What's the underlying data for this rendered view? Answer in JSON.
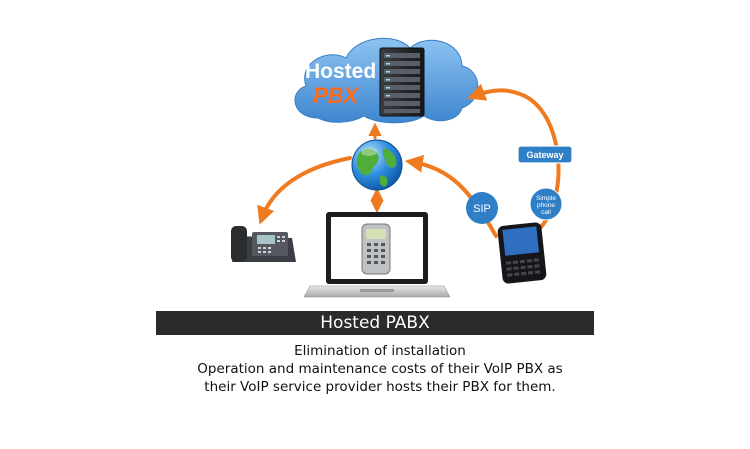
{
  "cloud": {
    "line1": "Hosted",
    "line2": "PBX"
  },
  "labels": {
    "gateway": "Gateway",
    "sip": "SIP",
    "simple_call": [
      "Simple",
      "phone",
      "call"
    ]
  },
  "caption": "Hosted PABX",
  "description": [
    "Elimination of installation",
    "Operation and maintenance costs of their VoIP PBX as",
    "their VoIP service provider hosts their PBX for them."
  ],
  "colors": {
    "arrow": "#f07a1f",
    "cloud": "#5fa2df",
    "pbx_text": "#ff6a1a",
    "badge": "#2f7fc6"
  }
}
